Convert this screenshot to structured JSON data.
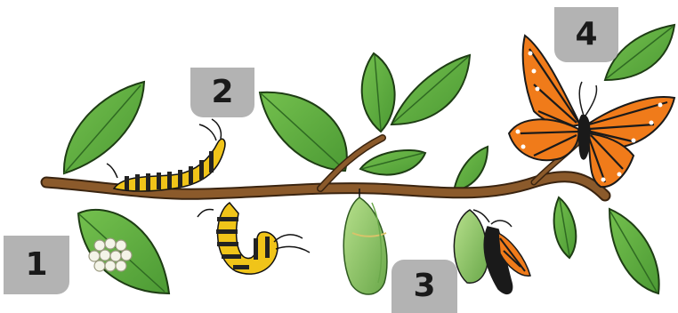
{
  "stages": [
    {
      "label": "1"
    },
    {
      "label": "2"
    },
    {
      "label": "3"
    },
    {
      "label": "4"
    }
  ],
  "colors": {
    "label_background": "#b3b3b3",
    "label_text": "#1a1a1a",
    "leaf": "#5aa83e",
    "leaf_vein": "#2f6a22",
    "branch": "#8b5a2b",
    "egg": "#f4f4e8",
    "caterpillar_yellow": "#f0c419",
    "caterpillar_black": "#222222",
    "chrysalis": "#8fc76a",
    "butterfly_orange": "#f07b1a",
    "butterfly_black": "#1a1a1a"
  }
}
